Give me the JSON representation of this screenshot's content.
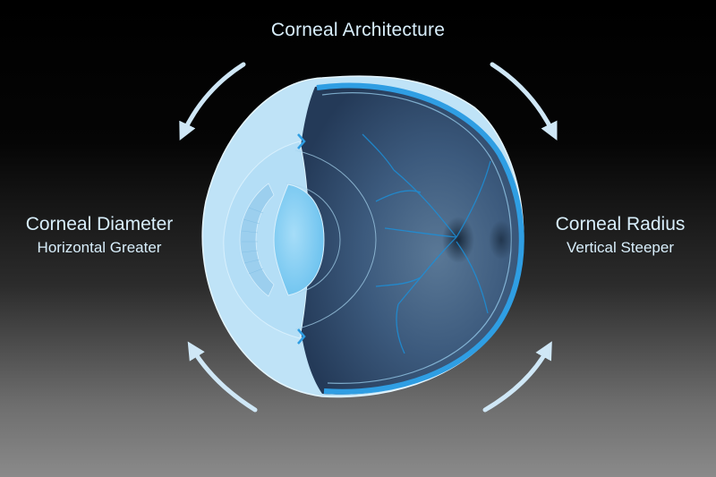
{
  "title": "Corneal Architecture",
  "left_label": {
    "main": "Corneal Diameter",
    "sub": "Horizontal Greater"
  },
  "right_label": {
    "main": "Corneal Radius",
    "sub": "Vertical Steeper"
  },
  "colors": {
    "arrow": "#cfe7f6",
    "cornea": "#bfe3f7",
    "sclera_ring": "#2f9ee3",
    "globe_interior": "#2f4b6e",
    "lens": "#8fd2f6",
    "vessels": "#1c8fd8"
  }
}
